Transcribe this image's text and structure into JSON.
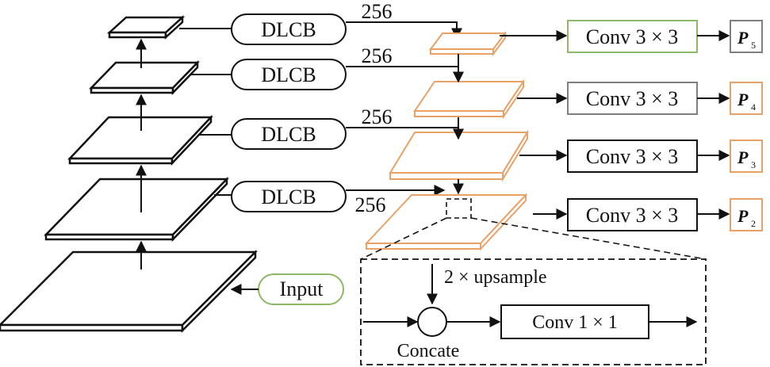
{
  "colors": {
    "stroke": "#111111",
    "orange": "#E8A268",
    "green": "#8DB867",
    "gray": "#7F7F7F"
  },
  "dlcb_blocks": [
    {
      "label": "DLCB",
      "channels": "256"
    },
    {
      "label": "DLCB",
      "channels": "256"
    },
    {
      "label": "DLCB",
      "channels": "256"
    },
    {
      "label": "DLCB",
      "channels": "256"
    }
  ],
  "conv_blocks": [
    {
      "label": "Conv 3 × 3",
      "color": "green"
    },
    {
      "label": "Conv 3 × 3",
      "color": "gray"
    },
    {
      "label": "Conv 3 × 3",
      "color": "stroke"
    },
    {
      "label": "Conv 3 × 3",
      "color": "stroke"
    }
  ],
  "outputs": [
    {
      "letter": "P",
      "index": "5",
      "color": "gray"
    },
    {
      "letter": "P",
      "index": "4",
      "color": "orange"
    },
    {
      "letter": "P",
      "index": "3",
      "color": "orange"
    },
    {
      "letter": "P",
      "index": "2",
      "color": "orange"
    }
  ],
  "input_label": "Input",
  "detail": {
    "upsample_label": "2 × upsample",
    "concat_label": "Concate",
    "conv_label": "Conv 1 × 1"
  }
}
